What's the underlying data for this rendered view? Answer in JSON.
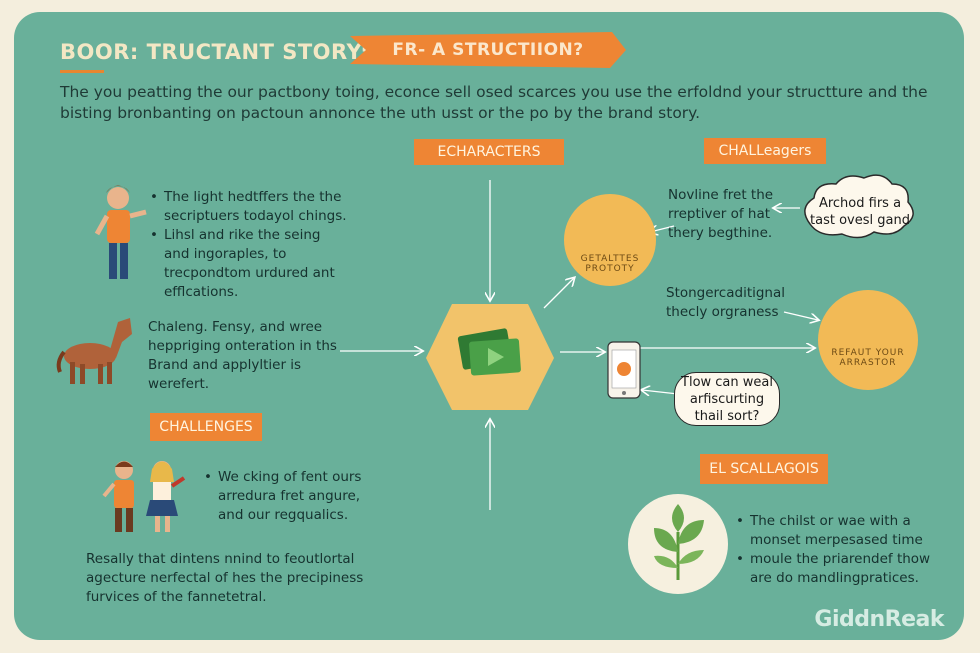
{
  "header": {
    "title": "BOOR: TRUCTANT STORY:",
    "ribbon": "FR- A STRUCTIION?",
    "intro": "The you peatting the our pactbony toing, econce sell osed scarces you use the erfoldnd your structture and the bisting bronbanting on pactoun annonce the uth usst or the po by the brand story."
  },
  "tags": {
    "characters": "ECHARACTERS",
    "challeagers": "CHALLeagers",
    "challenges": "CHALLENGES",
    "el_scallagois": "EL SCALLAGOIS"
  },
  "left": {
    "person_bullets": [
      "The light hedtffers the the secriptuers todayol chings.",
      "Lihsl and rike the seing and ingoraples, to trecpondtom urdured ant efflcations."
    ],
    "horse_text": "Chaleng. Fensy, and wree heppriging onteration in ths Brand and applyltier is werefert.",
    "kids_bullets": [
      "We cking of fent ours arredura fret angure, and our regqualics."
    ],
    "footer_text": "Resally that dintens nnind to feoutlortal agecture nerfectal of hes the precipiness furvices of the fannetetral."
  },
  "right": {
    "top_note": "Novline fret the rreptiver of hat thery begthine.",
    "cloud": "Archod firs a tast ovesl gand",
    "mid_note": "Stongercaditignal thecly orgraness",
    "question_bubble": "Tlow can weal arfiscurting thail sort?",
    "bottom_bullets": [
      "The chilst or wae with a monset merpesased time",
      "moule the priarendef thow are do mandlingpratices."
    ]
  },
  "badges": {
    "coins_label": "GETALTTES PROTOTY",
    "bars_label": "REFAUT YOUR ARRASTOR"
  },
  "brand": "GiddnReak",
  "colors": {
    "board": "#69b09a",
    "tag_orange": "#ee8534",
    "badge_yellow": "#f2ba56",
    "hex_center": "#f2c36a",
    "money_green": "#3f8f3b"
  },
  "icons": [
    "boy-character-icon",
    "horse-icon",
    "children-icon",
    "money-icon",
    "coins-icon",
    "bar-chart-icon",
    "phone-icon",
    "leaf-plant-icon",
    "cloud-icon"
  ]
}
